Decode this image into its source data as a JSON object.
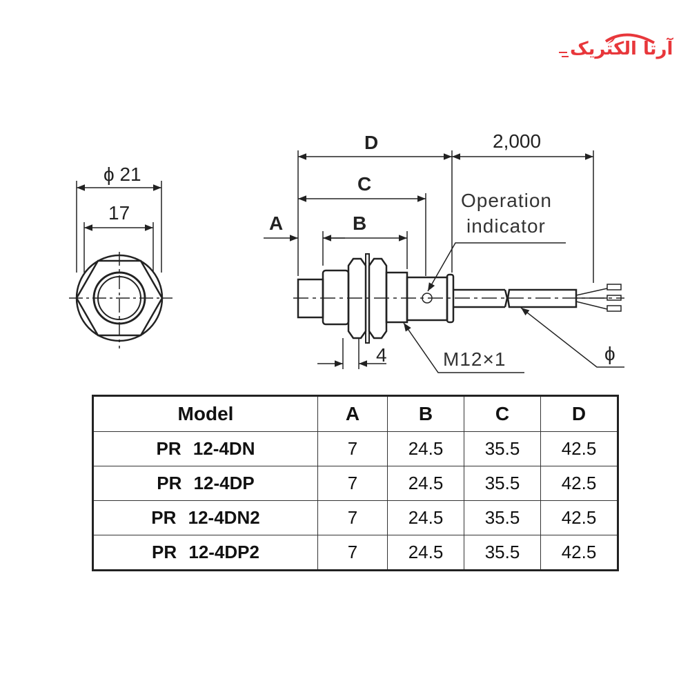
{
  "logo": {
    "text": "آرتا الکتریک",
    "color": "#e8373b"
  },
  "drawing": {
    "front_view": {
      "outer_diameter": "ϕ 21",
      "across_flats": "17"
    },
    "side_view": {
      "dim_a": "A",
      "dim_b": "B",
      "dim_c": "C",
      "dim_d": "D",
      "cable_length": "2,000",
      "operation_indicator_line1": "Operation",
      "operation_indicator_line2": "indicator",
      "nut_thickness": "4",
      "thread": "M12×1",
      "cable_diameter": "ϕ"
    }
  },
  "table": {
    "headers": [
      "Model",
      "A",
      "B",
      "C",
      "D"
    ],
    "rows": [
      [
        "PR 12-4DN",
        "7",
        "24.5",
        "35.5",
        "42.5"
      ],
      [
        "PR 12-4DP",
        "7",
        "24.5",
        "35.5",
        "42.5"
      ],
      [
        "PR 12-4DN2",
        "7",
        "24.5",
        "35.5",
        "42.5"
      ],
      [
        "PR 12-4DP2",
        "7",
        "24.5",
        "35.5",
        "42.5"
      ]
    ]
  }
}
